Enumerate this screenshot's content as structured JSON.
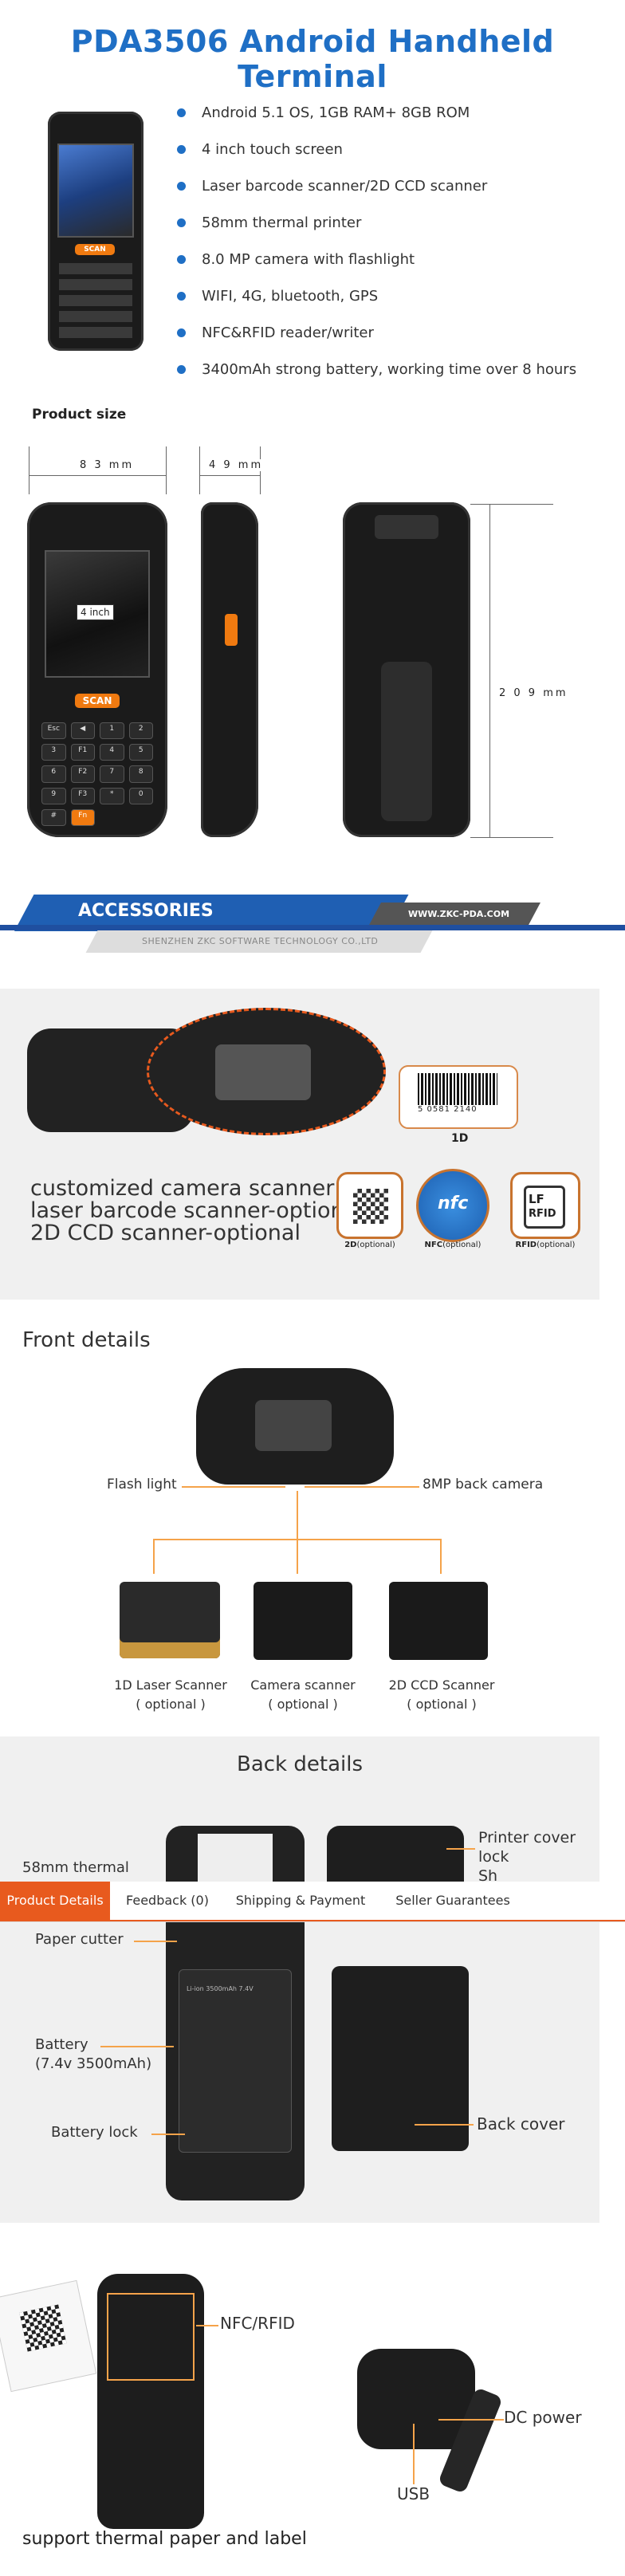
{
  "header": {
    "title": "PDA3506 Android Handheld Terminal"
  },
  "specs": [
    "Android 5.1 OS, 1GB RAM+ 8GB ROM",
    "4 inch touch screen",
    "Laser barcode scanner/2D CCD scanner",
    "58mm thermal printer",
    "8.0 MP camera with flashlight",
    "WIFI, 4G, bluetooth, GPS",
    "NFC&RFID reader/writer",
    "3400mAh strong battery, working time over 8 hours"
  ],
  "product_size": {
    "heading": "Product size",
    "width": "8 3 mm",
    "depth": "4 9 mm",
    "height": "2 0 9 mm",
    "screen": "4 inch",
    "scan_key": "SCAN",
    "keys": [
      "Esc",
      "◀",
      "1",
      "2",
      "3",
      "F1",
      "4",
      "5",
      "6",
      "F2",
      "7",
      "8",
      "9",
      "F3",
      "*",
      "0",
      "#",
      "Fn"
    ]
  },
  "accessories": {
    "title": "ACCESSORIES",
    "website": "WWW.ZKC-PDA.COM",
    "company": "SHENZHEN ZKC SOFTWARE TECHNOLOGY CO.,LTD"
  },
  "scanner_panel": {
    "lines": [
      "customized camera scanner",
      "laser barcode scanner-optional",
      "2D CCD scanner-optional"
    ],
    "barcode_label": "1D",
    "barcode_digits": "5 0581 2140",
    "icons": [
      {
        "name": "2D",
        "sub": "(optional)"
      },
      {
        "name": "NFC",
        "sub": "(optional)"
      },
      {
        "name": "RFID",
        "sub": "(optional)"
      }
    ],
    "nfc_text": "nfc",
    "rfid_lf": "LF",
    "rfid_text": "RFID"
  },
  "front": {
    "heading": "Front details",
    "flash": "Flash light",
    "camera": "8MP  back camera",
    "modules": [
      {
        "name": "1D Laser Scanner",
        "opt": "( optional )"
      },
      {
        "name": "Camera scanner",
        "opt": "( optional )"
      },
      {
        "name": "2D CCD Scanner",
        "opt": "( optional )"
      }
    ]
  },
  "back": {
    "heading": "Back details",
    "printer": "58mm thermal",
    "cover_lock_1": "Printer cover",
    "cover_lock_2": "lock",
    "cover_cut": "Sh",
    "cutter": "Paper cutter",
    "battery_1": "Battery",
    "battery_2": "(7.4v 3500mAh)",
    "battery_lock": "Battery lock",
    "back_cover": "Back cover",
    "battery_print": "Li-ion 3500mAh 7.4V"
  },
  "tabs": {
    "items": [
      "Product Details",
      "Feedback (0)",
      "Shipping & Payment",
      "Seller Guarantees"
    ],
    "active": "Product Details"
  },
  "bottom": {
    "nfc": "NFC/RFID",
    "dc": "DC power",
    "usb": "USB",
    "caption": "support thermal paper and label"
  },
  "colors": {
    "accent": "#1f6fc5",
    "orange": "#e85a1e",
    "scan": "#f07a10",
    "panel": "#f0f0f0"
  }
}
